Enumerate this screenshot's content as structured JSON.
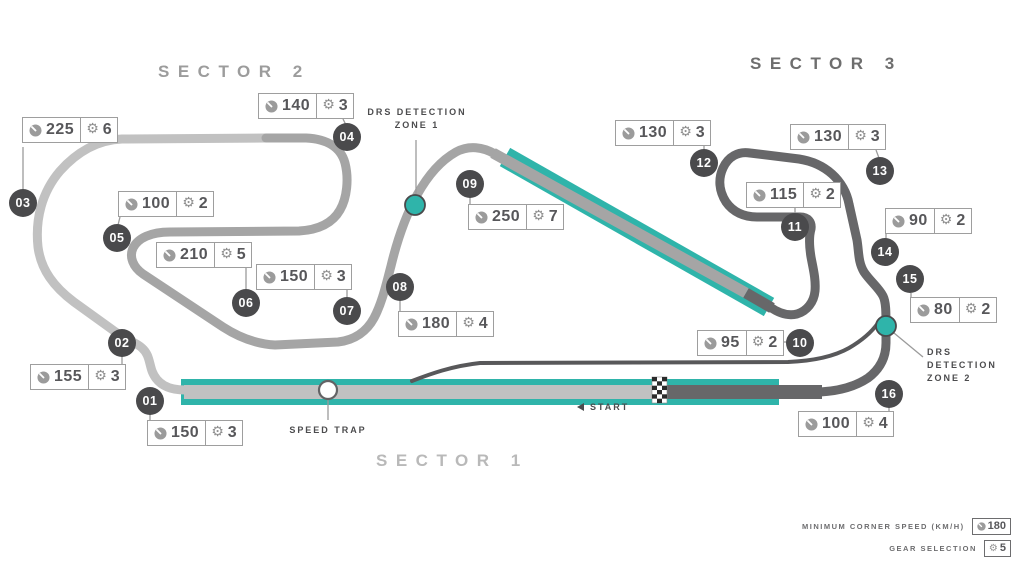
{
  "sectors": [
    {
      "label": "SECTOR 1",
      "color": "#b9b9b9"
    },
    {
      "label": "SECTOR 2",
      "color": "#9c9c9c"
    },
    {
      "label": "SECTOR 3",
      "color": "#6e6e6e"
    }
  ],
  "corners": [
    {
      "num": "01",
      "speed": "150",
      "gear": "3"
    },
    {
      "num": "02",
      "speed": "155",
      "gear": "3"
    },
    {
      "num": "03",
      "speed": "225",
      "gear": "6"
    },
    {
      "num": "04",
      "speed": "140",
      "gear": "3"
    },
    {
      "num": "05",
      "speed": "100",
      "gear": "2"
    },
    {
      "num": "06",
      "speed": "210",
      "gear": "5"
    },
    {
      "num": "07",
      "speed": "150",
      "gear": "3"
    },
    {
      "num": "08",
      "speed": "180",
      "gear": "4"
    },
    {
      "num": "09",
      "speed": "250",
      "gear": "7"
    },
    {
      "num": "10",
      "speed": "95",
      "gear": "2"
    },
    {
      "num": "11",
      "speed": "115",
      "gear": "2"
    },
    {
      "num": "12",
      "speed": "130",
      "gear": "3"
    },
    {
      "num": "13",
      "speed": "130",
      "gear": "3"
    },
    {
      "num": "14",
      "speed": "90",
      "gear": "2"
    },
    {
      "num": "15",
      "speed": "80",
      "gear": "2"
    },
    {
      "num": "16",
      "speed": "100",
      "gear": "4"
    }
  ],
  "drs": {
    "zone1_line1": "DRS DETECTION",
    "zone1_line2": "ZONE 1",
    "zone2_line1": "DRS",
    "zone2_line2": "DETECTION",
    "zone2_line3": "ZONE 2"
  },
  "start": {
    "label": "START"
  },
  "speed_trap": {
    "label": "SPEED TRAP"
  },
  "legend": {
    "min_corner_speed_label": "MINIMUM CORNER SPEED (KM/H)",
    "min_corner_speed_value": "180",
    "gear_selection_label": "GEAR SELECTION",
    "gear_selection_value": "5"
  },
  "icons": {
    "gear_glyph": "⚙"
  },
  "colors": {
    "sector1_track": "#c1c1c1",
    "sector2_track": "#a5a5a5",
    "sector3_track": "#676769",
    "drs_teal": "#2fb4aa",
    "pit_lane": "#58585a",
    "marker_bg": "#4a4a4c",
    "connector": "#9b9b9b",
    "value_text": "#57575a"
  }
}
